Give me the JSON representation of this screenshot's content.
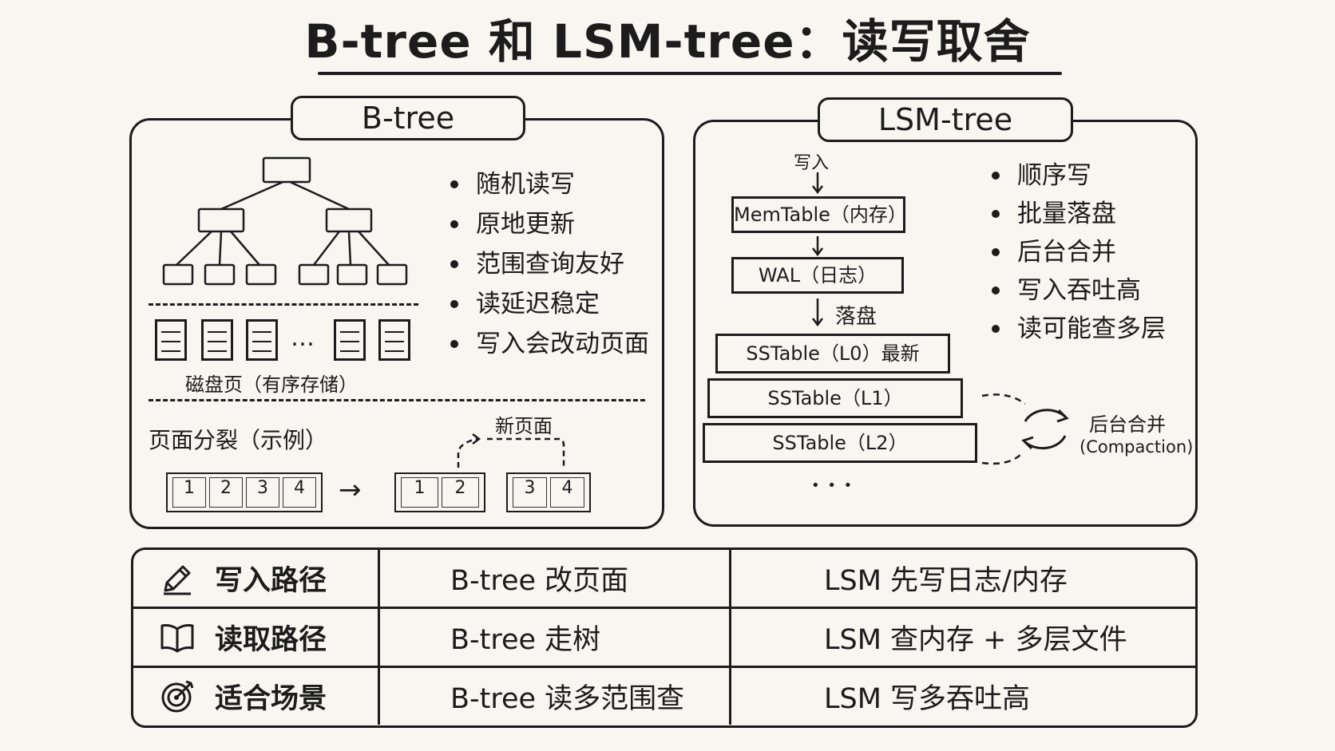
{
  "title": "B-tree 和 LSM-tree：读写取舍",
  "btree": {
    "label": "B-tree",
    "bullets": [
      "随机读写",
      "原地更新",
      "范围查询友好",
      "读延迟稳定",
      "写入会改动页面"
    ],
    "disk_ellipsis": "…",
    "disk_label": "磁盘页（有序存储）",
    "split_label": "页面分裂（示例）",
    "new_page_label": "新页面",
    "split_before": [
      "1",
      "2",
      "3",
      "4"
    ],
    "split_after_a": [
      "1",
      "2"
    ],
    "split_after_b": [
      "3",
      "4"
    ],
    "arrow": "→"
  },
  "lsm": {
    "label": "LSM-tree",
    "write_label": "写入",
    "memtable": "MemTable（内存）",
    "wal": "WAL（日志）",
    "flush_label": "落盘",
    "levels": [
      "SSTable（L0）最新",
      "SSTable（L1）",
      "SSTable（L2）"
    ],
    "ellipsis": "• • •",
    "compaction_title": "后台合并",
    "compaction_sub": "(Compaction)",
    "bullets": [
      "顺序写",
      "批量落盘",
      "后台合并",
      "写入吞吐高",
      "读可能查多层"
    ]
  },
  "table": {
    "rows": [
      {
        "icon": "pencil-icon",
        "label": "写入路径",
        "btree": "B-tree 改页面",
        "lsm": "LSM 先写日志/内存"
      },
      {
        "icon": "book-icon",
        "label": "读取路径",
        "btree": "B-tree 走树",
        "lsm": "LSM 查内存 + 多层文件"
      },
      {
        "icon": "target-icon",
        "label": "适合场景",
        "btree": "B-tree 读多范围查",
        "lsm": "LSM 写多吞吐高"
      }
    ]
  }
}
